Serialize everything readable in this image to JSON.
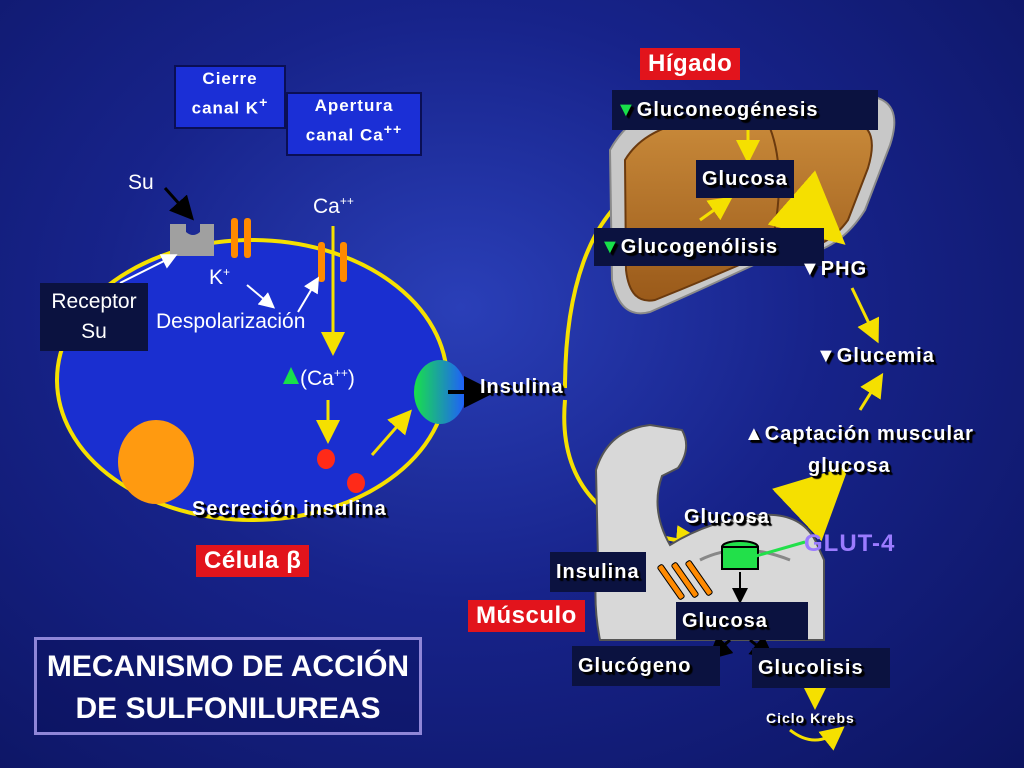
{
  "colors": {
    "background": "#17238a",
    "cell_border": "#f5e000",
    "arrow_yellow": "#f5e000",
    "arrow_orange": "#c67a12",
    "red_label": "#e2141c",
    "box_blue": "#1b2fd6",
    "glut_purple": "#9b7bff",
    "transporter_green": "#22e04a"
  },
  "title": {
    "line1": "MECANISMO DE ACCIÓN",
    "line2": "DE SULFONILUREAS"
  },
  "beta_cell": {
    "label": "Célula β",
    "su": "Su",
    "receptor_line1": "Receptor",
    "receptor_line2": "Su",
    "k": "K",
    "k_sup": "+",
    "ca": "Ca",
    "ca_sup": "++",
    "despolarizacion": "Despolarización",
    "ca_increase": "(Ca",
    "ca_increase_sup": "++",
    "ca_increase_close": ")",
    "secrecion": "Secreción insulina",
    "cierre_line1": "Cierre",
    "cierre_line2": "canal K",
    "cierre_sup": "+",
    "apertura_line1": "Apertura",
    "apertura_line2": "canal Ca",
    "apertura_sup": "++"
  },
  "insulina_top": "Insulina",
  "liver": {
    "label": "Hígado",
    "gluconeogenesis": "Gluconeogénesis",
    "glucosa": "Glucosa",
    "glucogenolisis": "Glucogenólisis",
    "phg": "PHG"
  },
  "glucemia": "Glucemia",
  "captacion_line1": "Captación muscular",
  "captacion_line2": "glucosa",
  "muscle": {
    "label": "Músculo",
    "glucosa_top": "Glucosa",
    "glut4": "GLUT-4",
    "insulina": "Insulina",
    "glucosa_bottom": "Glucosa",
    "glucogeno": "Glucógeno",
    "glucolisis": "Glucolisis",
    "ciclo_krebs": "Ciclo Krebs"
  },
  "icons": [
    "down-triangle-icon",
    "up-triangle-icon",
    "sulfonylurea-receptor-icon",
    "insulin-receptor-icon",
    "glut4-transporter-icon"
  ]
}
